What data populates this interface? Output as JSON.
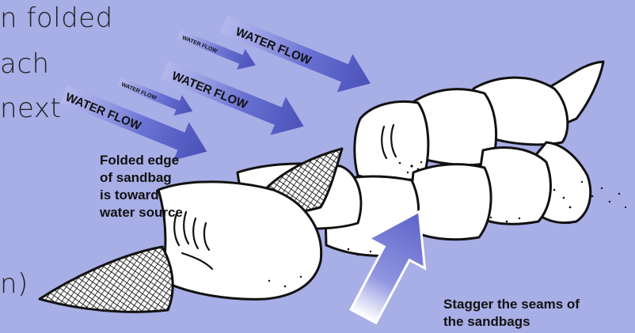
{
  "left_text_fragments": [
    "n folded",
    "ach",
    "next",
    "n)"
  ],
  "flow_arrows": [
    {
      "text": "WATER FLOW",
      "size": "large"
    },
    {
      "text": "WATER FLOW",
      "size": "small"
    },
    {
      "text": "WATER FLOW",
      "size": "large"
    },
    {
      "text": "WATER FLOW",
      "size": "small"
    },
    {
      "text": "WATER FLOW",
      "size": "large"
    }
  ],
  "labels": {
    "folded_edge": [
      "Folded edge",
      "of sandbag",
      "is toward",
      "water source"
    ],
    "stagger": [
      "Stagger the seams of",
      "the sandbags"
    ]
  },
  "colors": {
    "background": "#a8aee6",
    "arrow_fill": "#6a72d4",
    "arrow_dark": "#4a51b8",
    "sandbag_fill": "#ffffff",
    "outline": "#111111"
  }
}
